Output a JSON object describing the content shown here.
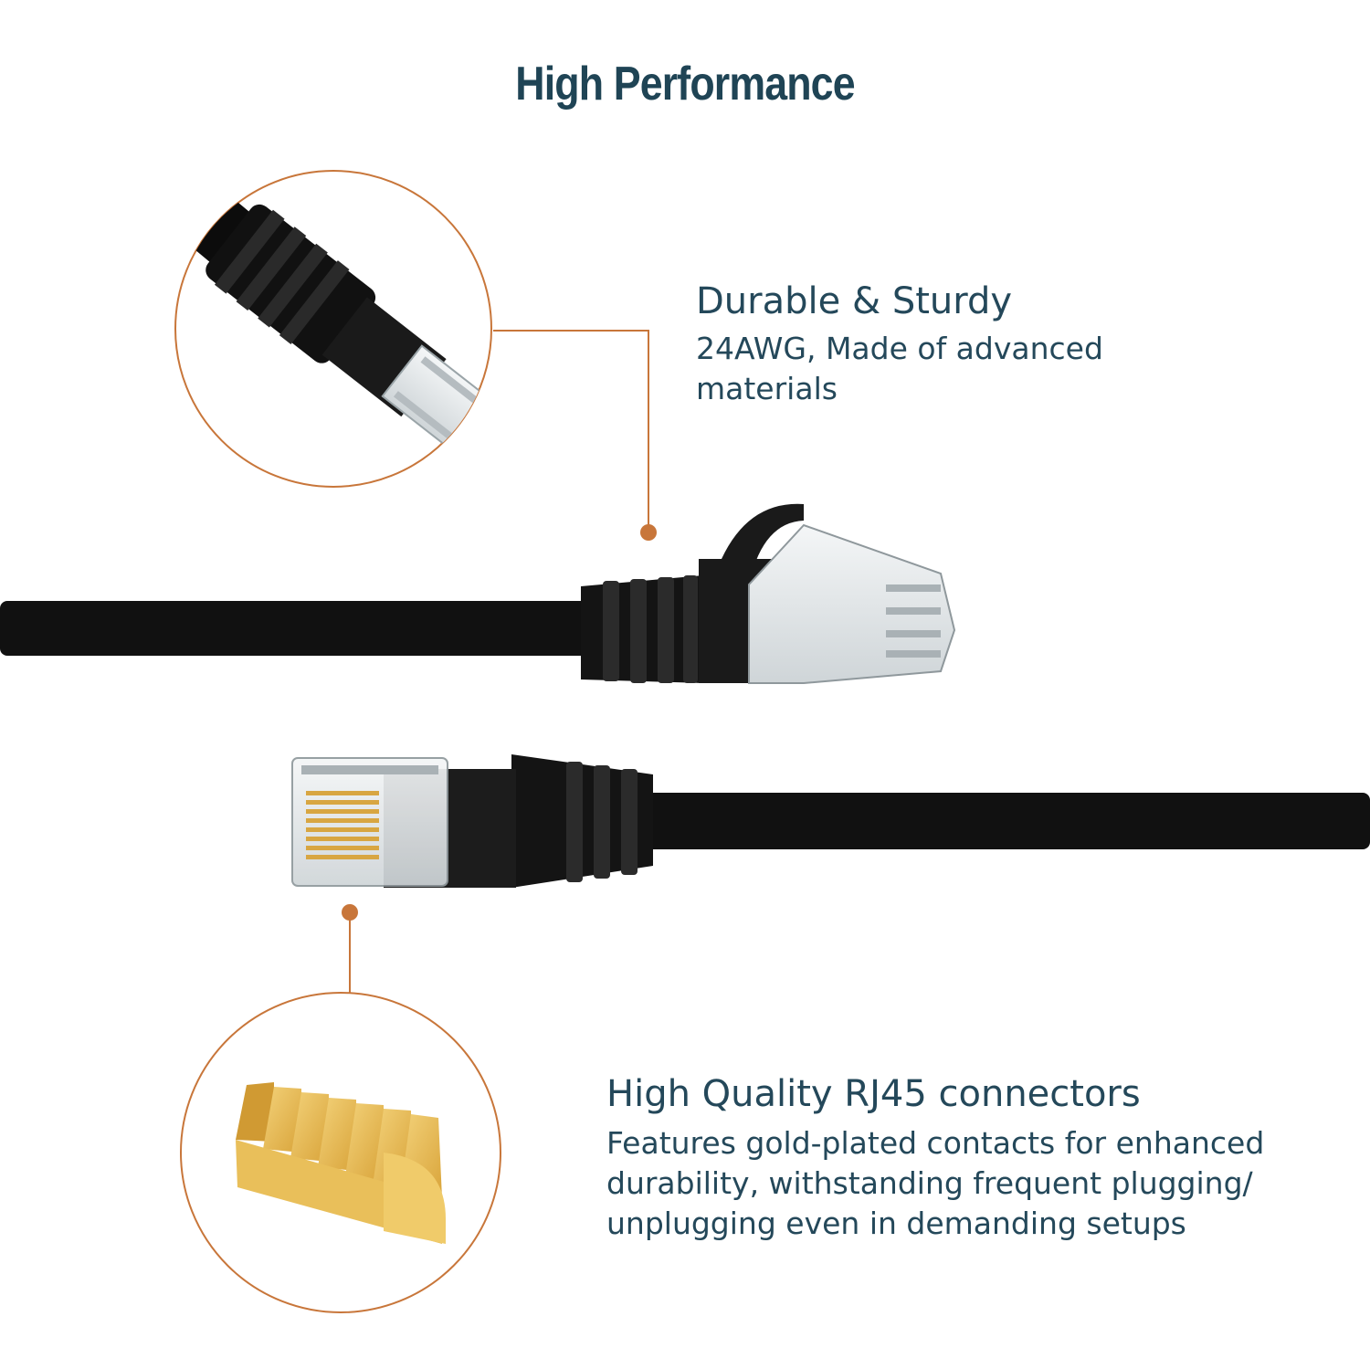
{
  "page": {
    "title": "High Performance"
  },
  "features": [
    {
      "heading": "Durable & Sturdy",
      "description": "24AWG, Made of advanced materials",
      "image": "rj45-plug-closeup"
    },
    {
      "heading": "High Quality RJ45 connectors",
      "description": "Features gold-plated contacts for enhanced durability, withstanding frequent plugging/ unplugging even in demanding setups",
      "image": "gold-contacts-closeup"
    }
  ],
  "colors": {
    "title": "#1f4455",
    "text": "#24485a",
    "accent": "#c8763a",
    "cable": "#111111",
    "gold": "#e6b64e"
  }
}
